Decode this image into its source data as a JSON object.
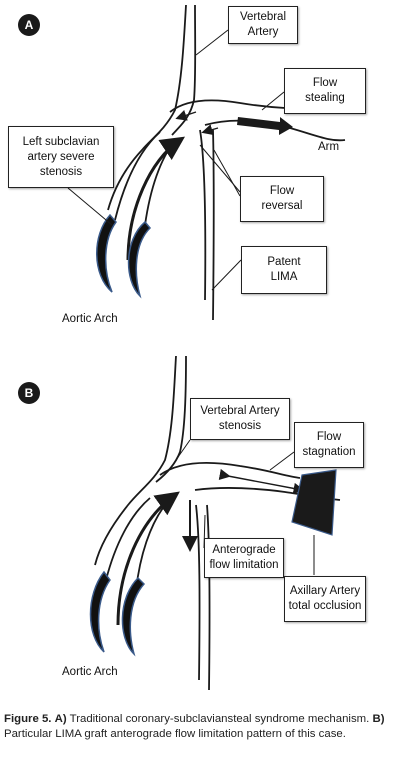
{
  "panel_a": {
    "badge": "A",
    "labels": {
      "vertebral_artery": "Vertebral\nArtery",
      "flow_stealing": "Flow\nstealing",
      "arm": "Arm",
      "left_subclavian": "Left subclavian\nartery severe\nstenosis",
      "flow_reversal": "Flow\nreversal",
      "patent_lima": "Patent\nLIMA",
      "aortic_arch": "Aortic Arch"
    }
  },
  "panel_b": {
    "badge": "B",
    "labels": {
      "vertebral_stenosis": "Vertebral Artery\nstenosis",
      "flow_stagnation": "Flow\nstagnation",
      "anterograde_limitation": "Anterograde\nflow limitation",
      "axillary_occlusion": "Axillary Artery\ntotal occlusion",
      "aortic_arch": "Aortic Arch"
    }
  },
  "caption": {
    "figure_label": "Figure 5.",
    "a_label": "A)",
    "a_text": "Traditional coronary-subclaviansteal syndrome mechanism.",
    "b_label": "B)",
    "b_text": "Particular LIMA graft anterograde flow limitation pattern of this case."
  },
  "colors": {
    "vessel": "#1a1a1a",
    "arch_outline": "#3a5a8a",
    "label_border": "#222222"
  }
}
